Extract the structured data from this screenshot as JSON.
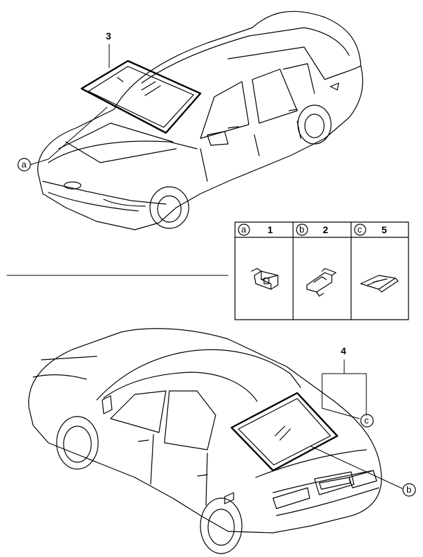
{
  "diagram": {
    "callouts": {
      "windshield": "3",
      "rear_glass": "4",
      "front_marker": "a",
      "rear_marker_c": "c",
      "rear_marker_b": "b"
    },
    "parts_table": {
      "columns": [
        {
          "letter": "a",
          "number": "1",
          "part_icon": "clip-block-icon"
        },
        {
          "letter": "b",
          "number": "2",
          "part_icon": "bracket-clip-icon"
        },
        {
          "letter": "c",
          "number": "5",
          "part_icon": "spacer-pad-icon"
        }
      ]
    }
  }
}
